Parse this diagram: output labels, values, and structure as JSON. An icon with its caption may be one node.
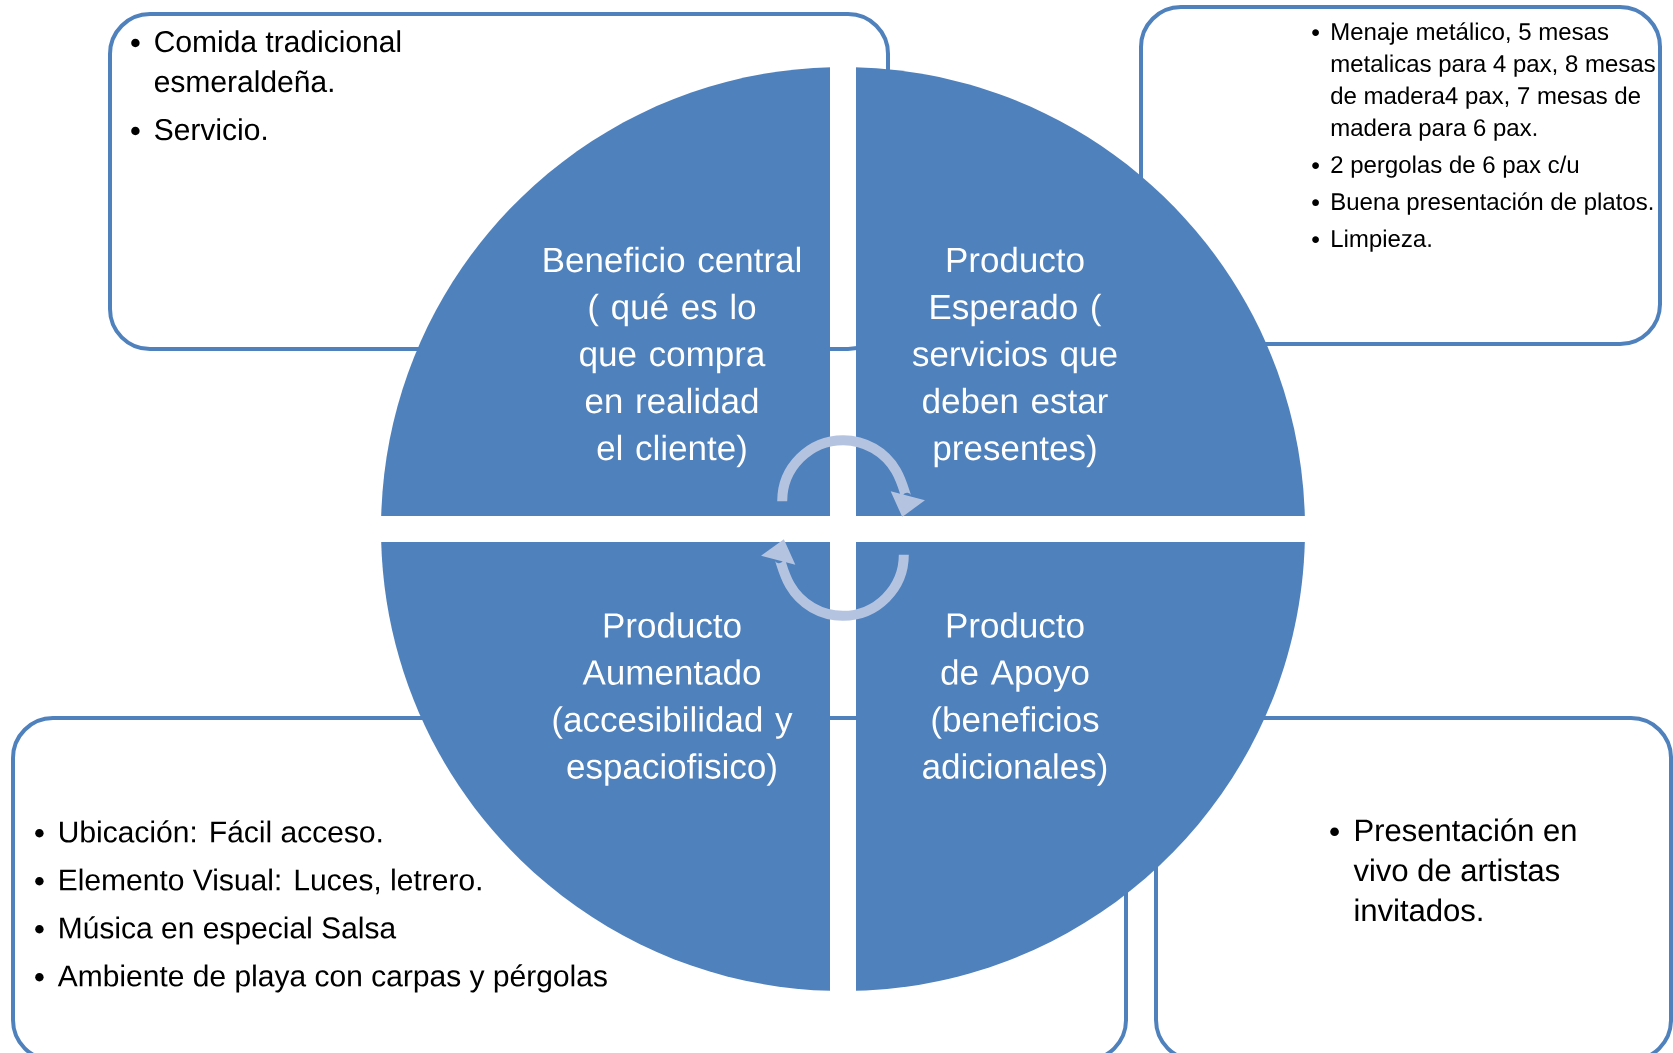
{
  "diagram": {
    "nodes": [
      {
        "text": [
          "Comida tradicional esmeraldeña.",
          "Servicio."
        ]
      },
      {
        "text": [
          "Menaje metálico, 5 mesas metalicas para 4 pax, 8 mesas de madera4 pax, 7 mesas de madera para 6 pax.",
          "2 pergolas de 6 pax c/u",
          "Buena presentación de platos.",
          "Limpieza."
        ]
      },
      {
        "text": [
          "Beneficio central ( qué es lo que compra en realidad el cliente)"
        ]
      },
      {
        "text": [
          "Producto Esperado ( servicios que deben estar presentes)"
        ]
      },
      {
        "text": [
          "Producto Aumentado (accesibilidad y espaciofisico)"
        ]
      },
      {
        "text": [
          "Producto de Apoyo (beneficios adicionales)"
        ]
      },
      {
        "text": [
          "Ubicación: Fácil acceso.",
          "Elemento Visual: Luces, letrero.",
          "Música en especial Salsa",
          "Ambiente de playa con carpas y pérgolas"
        ]
      },
      {
        "text": [
          "Presentación en vivo de artistas invitados."
        ]
      }
    ],
    "edges": [
      {
        "from": 2,
        "to": 3,
        "arrow": "to"
      },
      {
        "from": 5,
        "to": 4,
        "arrow": "to"
      }
    ]
  }
}
